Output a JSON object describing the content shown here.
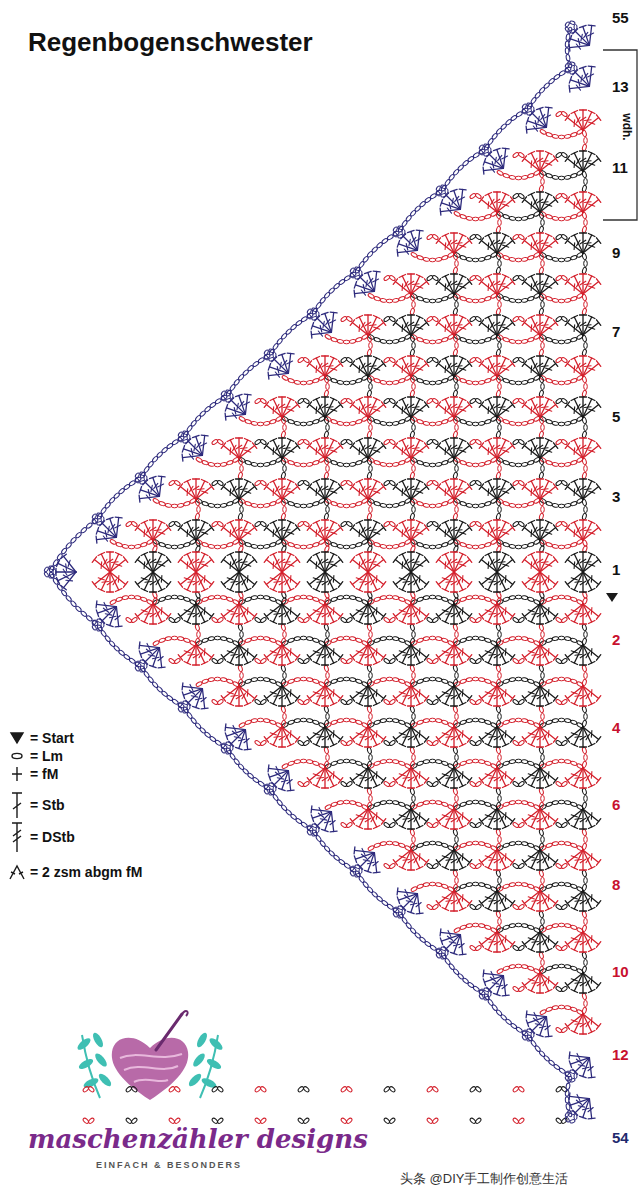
{
  "diagram": {
    "title": "Regenbogenschwester",
    "labels": [
      "55",
      "13",
      "wdh.",
      "11",
      "9",
      "7",
      "5",
      "3",
      "1",
      "2",
      "4",
      "6",
      "8",
      "10",
      "12",
      "54",
      "maschenzähler designs",
      "EINFACH & BESONDERS",
      "头条 @DIY手工制作创意生活"
    ],
    "legend": [
      {
        "text": "= Start"
      },
      {
        "text": "= Lm"
      },
      {
        "text": "= fM"
      },
      {
        "text": "= Stb"
      },
      {
        "text": "= DStb"
      },
      {
        "text": "= 2 zsm abgm fM"
      }
    ]
  }
}
